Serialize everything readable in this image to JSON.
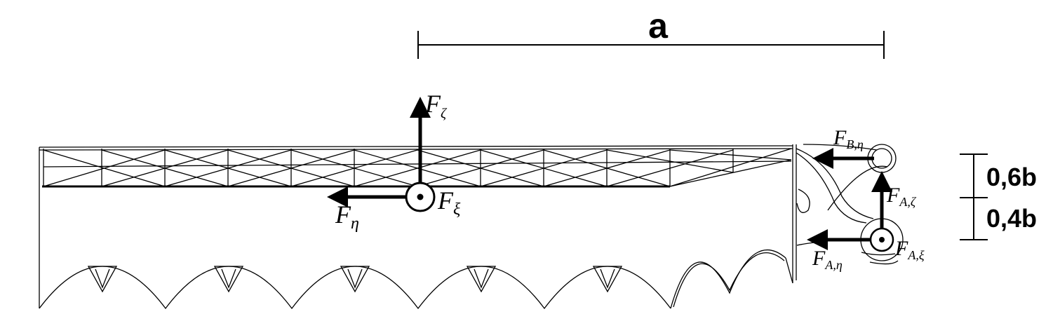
{
  "dimensions": {
    "a": "a",
    "upper": "0,6b",
    "lower": "0,4b"
  },
  "forces": {
    "f_zeta": {
      "main": "F",
      "sub": "ζ"
    },
    "f_eta": {
      "main": "F",
      "sub": "η"
    },
    "f_xi": {
      "main": "F",
      "sub": "ξ"
    },
    "f_b_eta": {
      "main": "F",
      "sub": "B,η"
    },
    "f_a_zeta": {
      "main": "F",
      "sub": "A,ζ"
    },
    "f_a_eta": {
      "main": "F",
      "sub": "A,η"
    },
    "f_a_xi": {
      "main": "F",
      "sub": "A,ξ"
    }
  },
  "colors": {
    "ink": "#000000",
    "background": "#ffffff"
  }
}
